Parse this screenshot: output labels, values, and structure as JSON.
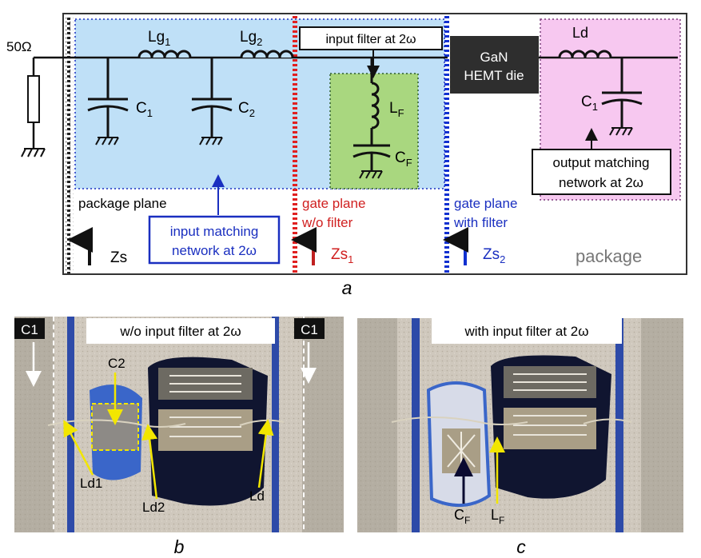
{
  "circuit": {
    "source_label": "50Ω",
    "lg1": "Lg",
    "lg1_sub": "1",
    "lg2": "Lg",
    "lg2_sub": "2",
    "c1": "C",
    "c1_sub": "1",
    "c2": "C",
    "c2_sub": "2",
    "lf": "L",
    "lf_sub": "F",
    "cf": "C",
    "cf_sub": "F",
    "ld": "Ld",
    "c1_out": "C",
    "c1_out_sub": "1",
    "input_filter": "input filter at 2ω",
    "die_line1": "GaN",
    "die_line2": "HEMT die",
    "output_match_line1": "output matching",
    "output_match_line2": "network at 2ω",
    "package_plane": "package plane",
    "input_match_line1": "input matching",
    "input_match_line2": "network at 2ω",
    "gate_wo_line1": "gate plane",
    "gate_wo_line2": "w/o filter",
    "gate_with_line1": "gate plane",
    "gate_with_line2": "with filter",
    "zs": "Zs",
    "zs1": "Zs",
    "zs1_sub": "1",
    "zs2": "Zs",
    "zs2_sub": "2",
    "package": "package",
    "caption_a": "a"
  },
  "photo_b": {
    "title": "w/o input filter at 2ω",
    "c1_left": "C1",
    "c1_right": "C1",
    "c2": "C2",
    "ld1": "Ld1",
    "ld2": "Ld2",
    "ld": "Ld",
    "caption": "b"
  },
  "photo_c": {
    "title": "with input filter at 2ω",
    "cf": "C",
    "cf_sub": "F",
    "lf": "L",
    "lf_sub": "F",
    "caption": "c"
  },
  "colors": {
    "blue_region": "#bfe0f7",
    "green_region": "#a9d77f",
    "pink_region": "#f7c8f0",
    "red_plane": "#e02020",
    "blue_plane": "#1030d0",
    "label_blue": "#1a2fc0",
    "label_red": "#d02020",
    "die_fill": "#2e2e2e",
    "photo_arrow": "#f2e600"
  }
}
